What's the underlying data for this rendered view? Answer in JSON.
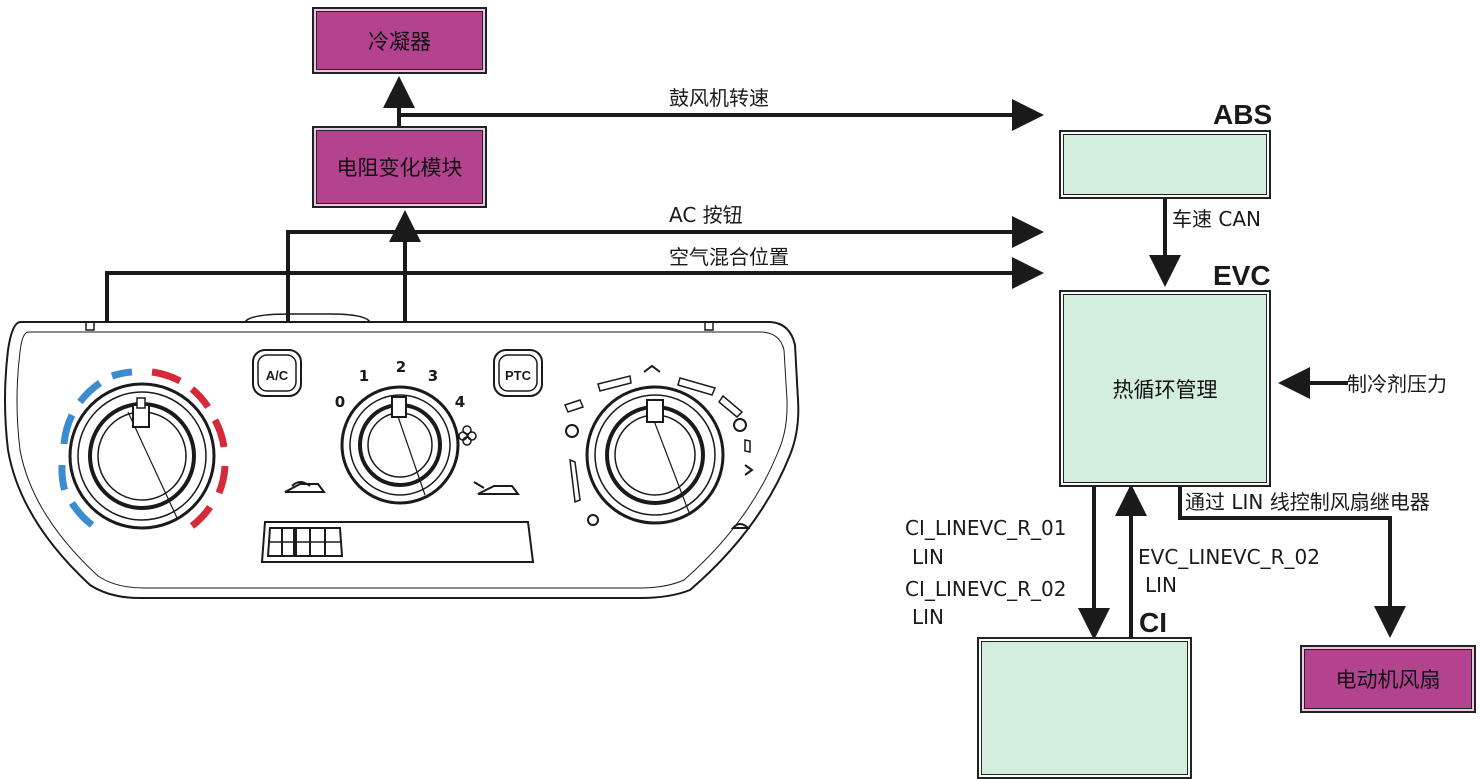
{
  "boxes": {
    "condenser": "冷凝器",
    "resistor_module": "电阻变化模块",
    "abs": "",
    "evc": "热循环管理",
    "ci": "",
    "fan": "电动机风扇"
  },
  "tags": {
    "abs": "ABS",
    "evc": "EVC",
    "ci": "CI"
  },
  "signals": {
    "blower_speed": "鼓风机转速",
    "ac_button": "AC 按钮",
    "air_mix": "空气混合位置",
    "vehicle_speed": "车速 CAN",
    "refrigerant_pressure": "制冷剂压力",
    "fan_relay": "通过 LIN 线控制风扇继电器",
    "ci_lin_01": "CI_LINEVC_R_01",
    "ci_lin_01_sub": "LIN",
    "ci_lin_02": "CI_LINEVC_R_02",
    "ci_lin_02_sub": "LIN",
    "evc_lin_02": "EVC_LINEVC_R_02",
    "evc_lin_02_sub": "LIN"
  },
  "panel": {
    "ac_button": "A/C",
    "ptc_button": "PTC",
    "fan_levels": [
      "0",
      "1",
      "2",
      "3",
      "4"
    ]
  },
  "colors": {
    "magenta_box": "#b3428f",
    "green_box": "#d4eedd",
    "hot_dashes": "#d42a3a",
    "cold_dashes": "#3a8bd0"
  }
}
